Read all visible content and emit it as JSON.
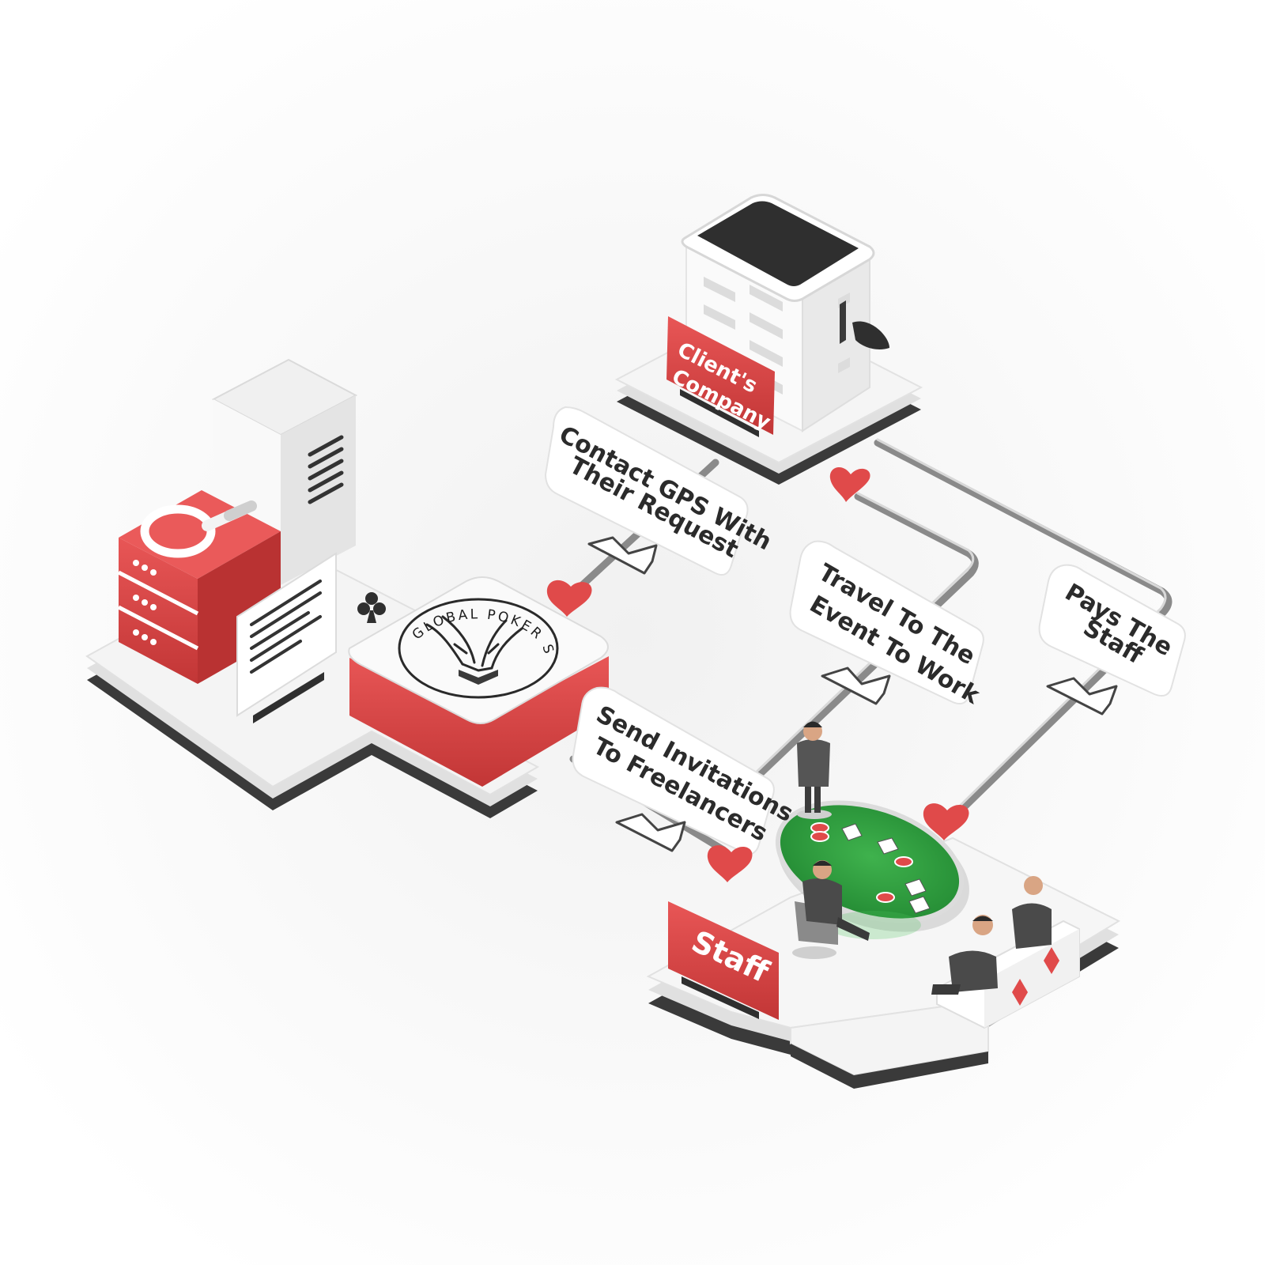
{
  "nodes": {
    "client_company": {
      "label_line1": "Client's",
      "label_line2": "Company"
    },
    "gps": {
      "logo_text": "GLOBAL POKER STAFF"
    },
    "staff": {
      "label": "Staff"
    }
  },
  "steps": [
    {
      "id": "contact",
      "line1": "Contact GPS With",
      "line2": "Their Request"
    },
    {
      "id": "invite",
      "line1": "Send Invitations",
      "line2": "To Freelancers"
    },
    {
      "id": "travel",
      "line1": "Travel To The",
      "line2": "Event To Work"
    },
    {
      "id": "pay",
      "line1": "Pays The",
      "line2": "Staff"
    }
  ],
  "icons": [
    "heart-icon",
    "club-icon",
    "spade-icon",
    "diamond-icon",
    "magnifier-icon",
    "server-icon",
    "document-icon",
    "handshake-icon",
    "poker-table-icon",
    "playing-card-icon",
    "poker-chip-icon"
  ],
  "colors": {
    "brand_red": "#e04a4a",
    "dark": "#2e2e2e",
    "felt_green": "#2f9a3e",
    "platform_white": "#f3f3f3"
  }
}
